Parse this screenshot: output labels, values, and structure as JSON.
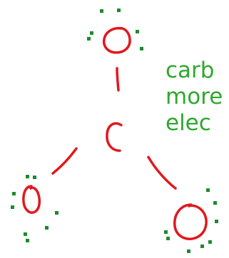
{
  "colors": {
    "bond_ink": "#e0191e",
    "electron_ink": "#1e8a2e",
    "note_ink": "#2ea82e",
    "background": "#ffffff"
  },
  "diagram": {
    "center_atom": {
      "symbol": "C"
    },
    "outer_atoms": [
      {
        "symbol": "O",
        "position": "top"
      },
      {
        "symbol": "O",
        "position": "lower-left"
      },
      {
        "symbol": "O",
        "position": "lower-right"
      }
    ],
    "note_lines": [
      "carb",
      "more",
      "elec"
    ]
  }
}
